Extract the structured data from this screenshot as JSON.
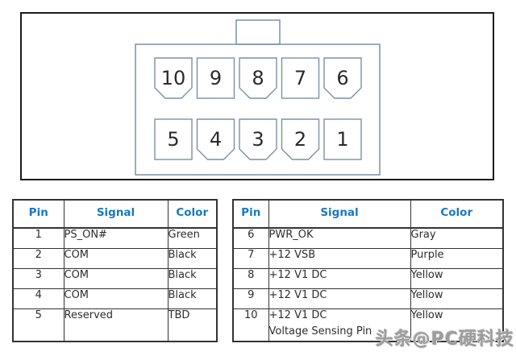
{
  "connector": {
    "description": "10-pin power connector pinout (front view, two rows)",
    "top_row": [
      "10",
      "9",
      "8",
      "7",
      "6"
    ],
    "bottom_row": [
      "5",
      "4",
      "3",
      "2",
      "1"
    ]
  },
  "tables": {
    "left": {
      "headers": {
        "pin": "Pin",
        "signal": "Signal",
        "color": "Color"
      },
      "rows": [
        {
          "pin": "1",
          "signal": "PS_ON#",
          "color": "Green"
        },
        {
          "pin": "2",
          "signal": "COM",
          "color": "Black"
        },
        {
          "pin": "3",
          "signal": "COM",
          "color": "Black"
        },
        {
          "pin": "4",
          "signal": "COM",
          "color": "Black"
        },
        {
          "pin": "5",
          "signal": "Reserved",
          "color": "TBD"
        }
      ]
    },
    "right": {
      "headers": {
        "pin": "Pin",
        "signal": "Signal",
        "color": "Color"
      },
      "rows": [
        {
          "pin": "6",
          "signal": "PWR_OK",
          "color": "Gray"
        },
        {
          "pin": "7",
          "signal": "+12 VSB",
          "color": "Purple"
        },
        {
          "pin": "8",
          "signal": "+12 V1 DC",
          "color": "Yellow"
        },
        {
          "pin": "9",
          "signal": "+12 V1 DC",
          "color": "Yellow"
        },
        {
          "pin": "10",
          "signal": "+12 V1 DC",
          "signal2": "Voltage Sensing Pin",
          "color": "Yellow"
        }
      ]
    }
  },
  "watermark": "头条@PC硬科技",
  "colors": {
    "header_text": "#1779C2",
    "table_border": "#333333",
    "frame_border": "#1b1b1b",
    "connector_stroke": "#7A91A3",
    "watermark": "#9c9c9c"
  }
}
